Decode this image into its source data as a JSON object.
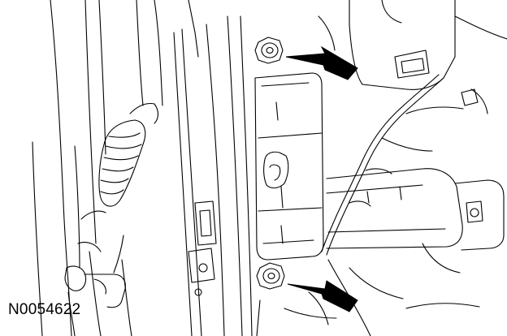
{
  "figure": {
    "reference_code": "N0054622",
    "line_color": "#000000",
    "background_color": "#ffffff",
    "callouts": [
      {
        "icon": "arrow-left-icon",
        "target": "bolt"
      },
      {
        "icon": "arrow-left-icon",
        "target": "bolt"
      }
    ]
  }
}
